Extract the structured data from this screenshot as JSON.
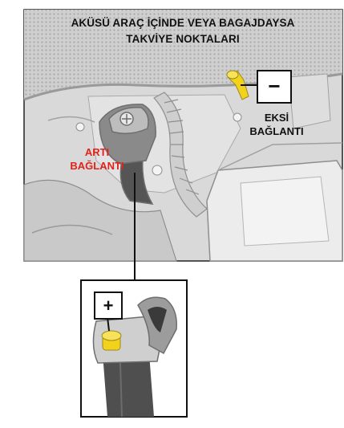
{
  "title": {
    "line1": "AKÜSÜ ARAÇ İÇİNDE VEYA BAGAJDAYSA",
    "line2": "TAKVİYE NOKTALARI"
  },
  "labels": {
    "positive_line1": "ARTI",
    "positive_line2": "BAĞLANTI",
    "negative_line1": "EKSİ",
    "negative_line2": "BAĞLANTI"
  },
  "signs": {
    "negative": "−",
    "positive": "+"
  },
  "colors": {
    "positive_label": "#e2231a",
    "terminal_yellow": "#f2d21b",
    "frame": "#111111"
  }
}
